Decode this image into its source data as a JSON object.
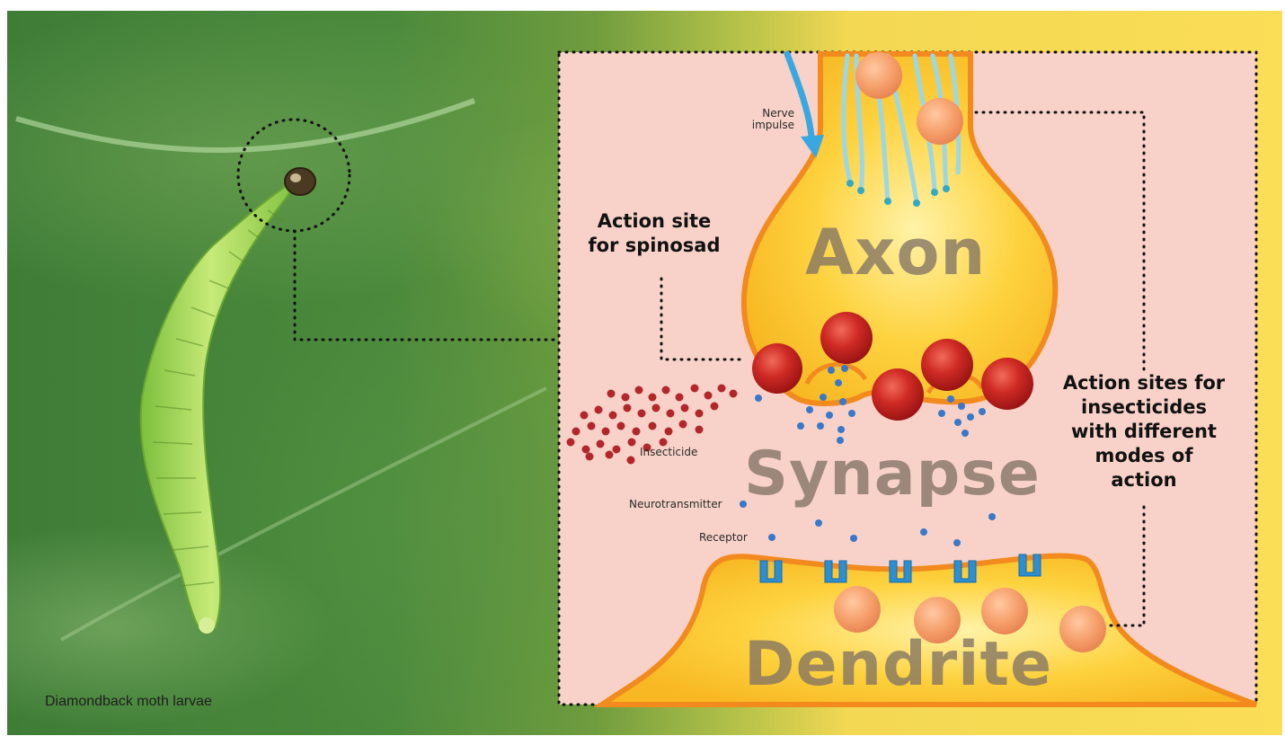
{
  "photo": {
    "caption": "Diamondback moth larvae"
  },
  "diagram": {
    "callout_spinosad": "Action site\nfor spinosad",
    "callout_other": "Action sites for\ninsecticides\nwith different\nmodes of\naction",
    "nerve_impulse": "Nerve\nimpulse",
    "axon": "Axon",
    "synapse": "Synapse",
    "dendrite": "Dendrite",
    "insecticide": "Insecticide",
    "neurotransmitter": "Neurotransmitter",
    "receptor": "Receptor"
  },
  "colors": {
    "panel_pink": "#f8d2c8",
    "axon_yellow": "#fcc934",
    "membrane_orange": "#f28a1e",
    "vesicle_red": "#c9221f",
    "insecticide_red": "#b3262b",
    "neurotransmitter_blue": "#3a78c9",
    "receptor_blue": "#2b8fd4",
    "peach_sphere": "#f5a172",
    "nerve_fiber": "#8fd4e6"
  }
}
